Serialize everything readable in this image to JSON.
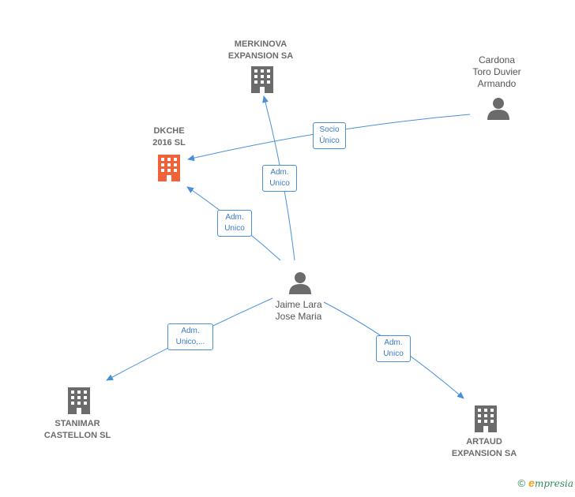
{
  "nodes": {
    "merkinova": {
      "line1": "MERKINOVA",
      "line2": "EXPANSION SA",
      "type": "company",
      "color": "#6b6b6b"
    },
    "cardona": {
      "line1": "Cardona",
      "line2": "Toro Duvier",
      "line3": "Armando",
      "type": "person",
      "color": "#6b6b6b"
    },
    "dkche": {
      "line1": "DKCHE",
      "line2": "2016  SL",
      "type": "company",
      "color": "#f0633a"
    },
    "jaime": {
      "line1": "Jaime Lara",
      "line2": "Jose Maria",
      "type": "person",
      "color": "#6b6b6b"
    },
    "stanimar": {
      "line1": "STANIMAR",
      "line2": "CASTELLON SL",
      "type": "company",
      "color": "#6b6b6b"
    },
    "artaud": {
      "line1": "ARTAUD",
      "line2": "EXPANSION SA",
      "type": "company",
      "color": "#6b6b6b"
    }
  },
  "edges": {
    "socio": {
      "line1": "Socio",
      "line2": "Único"
    },
    "adm_merkinova": {
      "line1": "Adm.",
      "line2": "Unico"
    },
    "adm_dkche": {
      "line1": "Adm.",
      "line2": "Unico"
    },
    "adm_stanimar": {
      "line1": "Adm.",
      "line2": "Unico,..."
    },
    "adm_artaud": {
      "line1": "Adm.",
      "line2": "Unico"
    }
  },
  "colors": {
    "edge": "#4a90d9",
    "highlight": "#f0633a",
    "icon": "#6b6b6b"
  },
  "footer": {
    "copyright": "©",
    "brand_e": "e",
    "brand_rest": "mpresia"
  }
}
